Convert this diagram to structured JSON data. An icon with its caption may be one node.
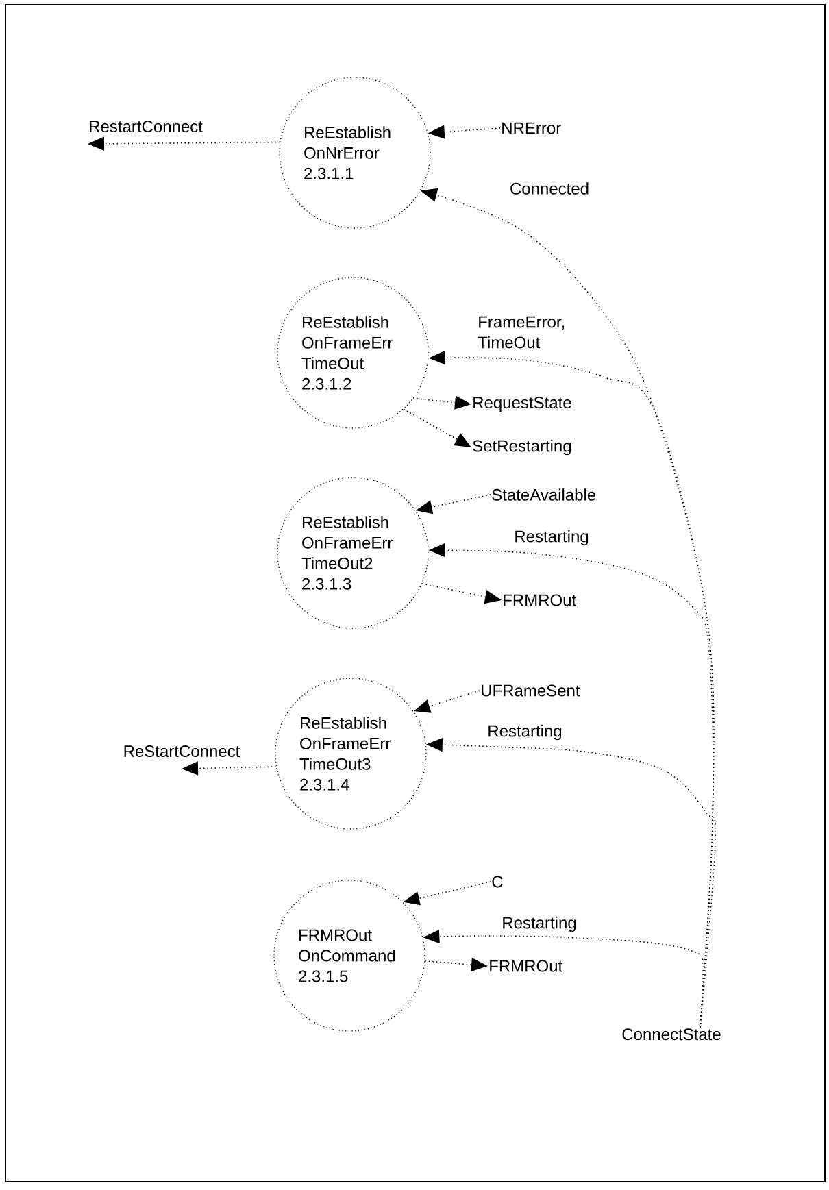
{
  "diagram": {
    "nodes": [
      {
        "text": [
          "ReEstablish OnNrError",
          "2.3.1.1"
        ]
      },
      {
        "text": [
          "RestartConnect"
        ]
      },
      {
        "text": [
          "NRError"
        ]
      },
      {
        "text": [
          "ReEstablish OnFrameErr TimeOut",
          "2.3.1.2"
        ]
      },
      {
        "text": [
          "RequestState"
        ]
      },
      {
        "text": [
          "SetRestarting"
        ]
      },
      {
        "text": [
          "StateAvailable"
        ]
      },
      {
        "text": [
          "ReEstablish OnFrameErr TimeOut2",
          "2.3.1.3"
        ]
      },
      {
        "text": [
          "FRMROut"
        ]
      },
      {
        "text": [
          "UFRameSent"
        ]
      },
      {
        "text": [
          "ReStartConnect"
        ]
      },
      {
        "text": [
          "ReEstablish OnFrameErr TimeOut3",
          "2.3.1.4"
        ]
      },
      {
        "text": [
          "C"
        ]
      },
      {
        "text": [
          "FRMROut OnCommand",
          "2.3.1.5"
        ]
      },
      {
        "text": [
          "FRMROut"
        ]
      },
      {
        "text": [
          "ConnectState"
        ]
      }
    ],
    "edges": [
      {
        "from": 0,
        "to": 1,
        "arrow": "to"
      },
      {
        "from": 2,
        "to": 0,
        "arrow": "to"
      },
      {
        "from": 15,
        "to": 0,
        "arrow": "to",
        "label": "Connected"
      },
      {
        "from": 15,
        "to": 3,
        "arrow": "to",
        "label": "FrameError, TimeOut"
      },
      {
        "from": 3,
        "to": 4,
        "arrow": "to"
      },
      {
        "from": 3,
        "to": 5,
        "arrow": "to"
      },
      {
        "from": 6,
        "to": 7,
        "arrow": "to"
      },
      {
        "from": 15,
        "to": 7,
        "arrow": "to",
        "label": "Restarting"
      },
      {
        "from": 7,
        "to": 8,
        "arrow": "to"
      },
      {
        "from": 9,
        "to": 11,
        "arrow": "to"
      },
      {
        "from": 15,
        "to": 11,
        "arrow": "to",
        "label": "Restarting"
      },
      {
        "from": 11,
        "to": 10,
        "arrow": "to"
      },
      {
        "from": 12,
        "to": 13,
        "arrow": "to"
      },
      {
        "from": 15,
        "to": 13,
        "arrow": "to",
        "label": "Restarting"
      },
      {
        "from": 13,
        "to": 14,
        "arrow": "to"
      }
    ]
  }
}
